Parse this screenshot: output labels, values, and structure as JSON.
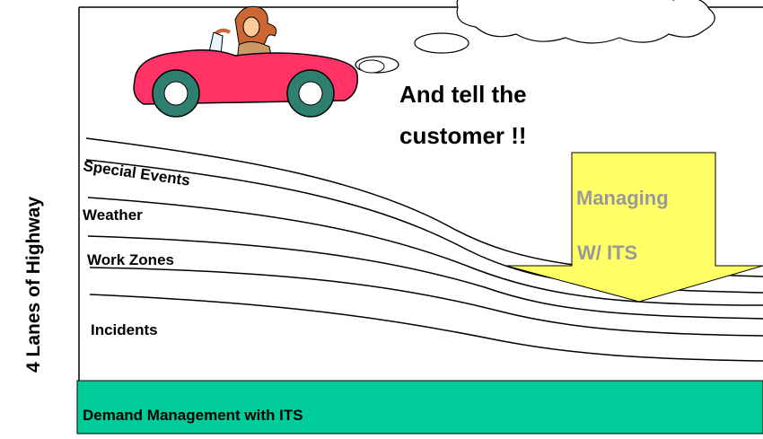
{
  "axis_label": "4 Lanes of Highway",
  "callout": {
    "line1": "And tell the",
    "line2": "customer !!"
  },
  "lanes": [
    {
      "label": "Special Events"
    },
    {
      "label": "Weather"
    },
    {
      "label": "Work Zones"
    },
    {
      "label": "Incidents"
    }
  ],
  "arrow": {
    "line1": "Managing",
    "line2": "W/ ITS",
    "fill": "#ffff66",
    "text_color": "#999999"
  },
  "base_bar": {
    "label": "Demand Management with ITS",
    "fill": "#00cc99"
  },
  "car": {
    "icon": "red-convertible-car-icon",
    "body_color": "#ff3366",
    "wheel_color": "#2f7f70"
  },
  "thought_cloud": {
    "icon": "thought-cloud-icon"
  }
}
